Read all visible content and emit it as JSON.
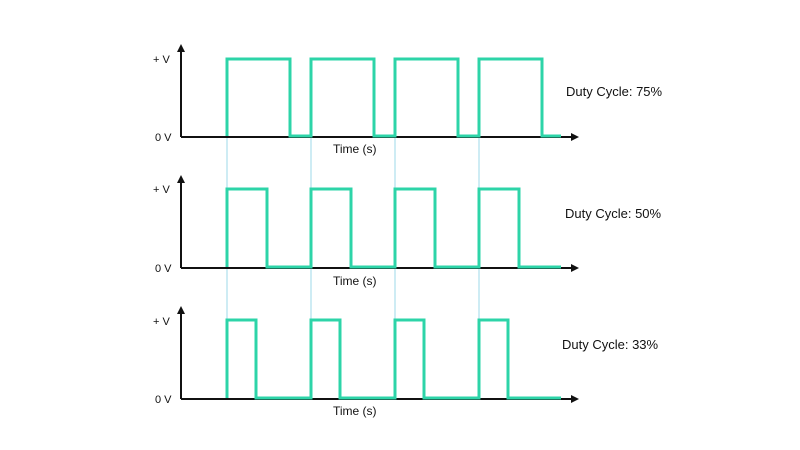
{
  "diagram": {
    "colors": {
      "signal": "#2dd4a8",
      "guide": "#9ed8e8",
      "axis": "#111111"
    },
    "guide_lines_count": 4,
    "panels": [
      {
        "high_label": "+ V",
        "low_label": "0 V",
        "x_label": "Time (s)",
        "duty_label": "Duty Cycle: 75%",
        "duty_cycle": 0.75,
        "pulses": 4
      },
      {
        "high_label": "+ V",
        "low_label": "0 V",
        "x_label": "Time (s)",
        "duty_label": "Duty Cycle: 50%",
        "duty_cycle": 0.5,
        "pulses": 4
      },
      {
        "high_label": "+ V",
        "low_label": "0 V",
        "x_label": "Time (s)",
        "duty_label": "Duty Cycle: 33%",
        "duty_cycle": 0.33,
        "pulses": 4
      }
    ]
  }
}
